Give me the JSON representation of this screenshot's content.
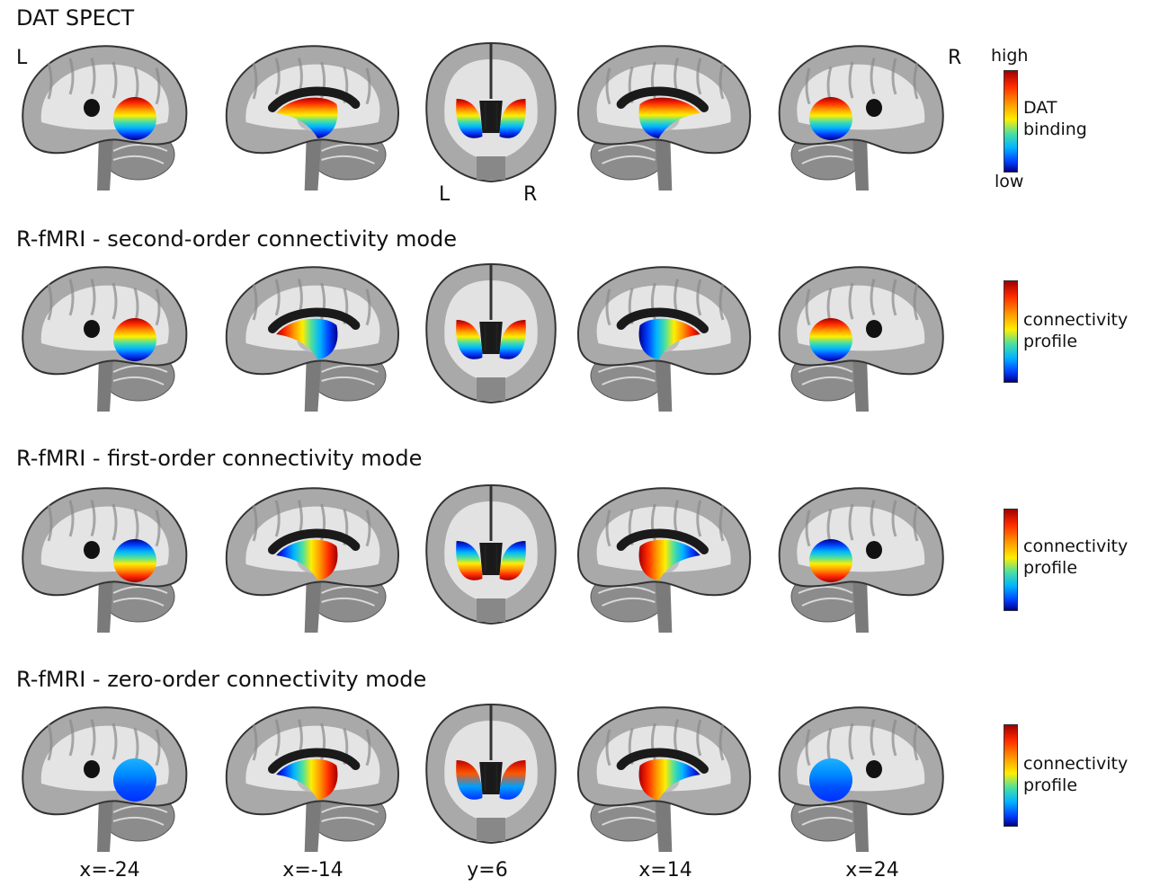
{
  "rows": [
    {
      "title": "DAT SPECT",
      "colorbar": {
        "top": "high",
        "mid": "DAT\nbinding",
        "bottom": "low"
      }
    },
    {
      "title": "R-fMRI - second-order connectivity mode",
      "colorbar": {
        "mid": "connectivity\nprofile"
      }
    },
    {
      "title": "R-fMRI - first-order connectivity mode",
      "colorbar": {
        "mid": "connectivity\nprofile"
      }
    },
    {
      "title": "R-fMRI - zero-order connectivity mode",
      "colorbar": {
        "mid": "connectivity\nprofile"
      }
    }
  ],
  "orientation": {
    "left": "L",
    "right": "R",
    "coronal_left": "L",
    "coronal_right": "R"
  },
  "coordinates": [
    "x=-24",
    "x=-14",
    "y=6",
    "x=14",
    "x=24"
  ],
  "colormap": [
    "#00008a",
    "#0040ff",
    "#00b4ff",
    "#4ce0a0",
    "#ffee00",
    "#ff9500",
    "#ff2a00",
    "#a10000"
  ],
  "overlay_gradients": [
    [
      "bottom-up",
      "bottom-up",
      "bottom-up",
      "bottom-up",
      "bottom-up"
    ],
    [
      "bottom-up",
      "front-back",
      "bottom-up",
      "front-back",
      "bottom-up"
    ],
    [
      "top-down",
      "back-front",
      "top-down",
      "back-front",
      "top-down"
    ],
    [
      "low",
      "back-front",
      "low-split",
      "back-front",
      "low"
    ]
  ]
}
